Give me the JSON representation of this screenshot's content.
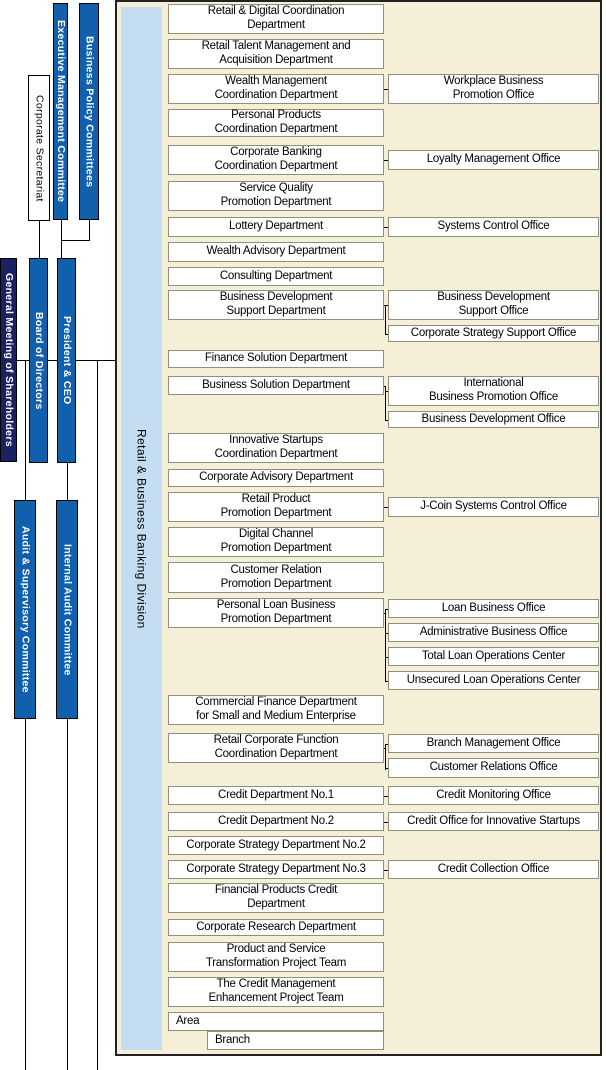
{
  "palette": {
    "committee_bar_blue": "#1160ae",
    "shareholders_bar_navy": "#1b2163",
    "division_bar_blue": "#c5ddf1",
    "division_panel_beige": "#f5efd8"
  },
  "governance": {
    "corporate_secretariat": "Corporate Secretariat",
    "executive_management_committee": "Executive Management Committee",
    "business_policy_committees": "Business Policy Committees",
    "general_meeting_of_shareholders": "General Meeting of Shareholders",
    "board_of_directors": "Board of Directors",
    "president_ceo": "President & CEO",
    "audit_supervisory_committee": "Audit & Supervisory Committee",
    "internal_audit_committee": "Internal Audit Committee"
  },
  "division": {
    "name": "Retail & Business Banking Division",
    "departments": [
      {
        "label": "Retail & Digital Coordination\nDepartment",
        "offices": []
      },
      {
        "label": "Retail Talent Management and\nAcquisition Department",
        "offices": []
      },
      {
        "label": "Wealth Management\nCoordination Department",
        "offices": [
          "Workplace Business\nPromotion Office"
        ]
      },
      {
        "label": "Personal Products\nCoordination Department",
        "offices": []
      },
      {
        "label": "Corporate Banking\nCoordination Department",
        "offices": [
          "Loyalty Management Office"
        ]
      },
      {
        "label": "Service Quality\nPromotion Department",
        "offices": []
      },
      {
        "label": "Lottery Department",
        "offices": [
          "Systems Control Office"
        ]
      },
      {
        "label": "Wealth Advisory Department",
        "offices": []
      },
      {
        "label": "Consulting Department",
        "offices": []
      },
      {
        "label": "Business Development\nSupport Department",
        "offices": [
          "Business Development\nSupport Office",
          "Corporate Strategy Support Office"
        ]
      },
      {
        "label": "Finance Solution Department",
        "offices": []
      },
      {
        "label": "Business Solution Department",
        "offices": [
          "International\nBusiness Promotion Office",
          "Business Development Office"
        ]
      },
      {
        "label": "Innovative Startups\nCoordination Department",
        "offices": []
      },
      {
        "label": "Corporate Advisory Department",
        "offices": []
      },
      {
        "label": "Retail Product\nPromotion Department",
        "offices": [
          "J-Coin Systems Control Office"
        ]
      },
      {
        "label": "Digital Channel\nPromotion Department",
        "offices": []
      },
      {
        "label": "Customer Relation\nPromotion Department",
        "offices": []
      },
      {
        "label": "Personal Loan Business\nPromotion Department",
        "offices": [
          "Loan Business Office",
          "Administrative Business Office",
          "Total Loan Operations Center",
          "Unsecured Loan Operations Center"
        ]
      },
      {
        "label": "Commercial Finance Department\nfor Small and Medium Enterprise",
        "offices": []
      },
      {
        "label": "Retail Corporate Function\nCoordination Department",
        "offices": [
          "Branch Management Office",
          "Customer Relations Office"
        ]
      },
      {
        "label": "Credit Department No.1",
        "offices": [
          "Credit Monitoring Office"
        ]
      },
      {
        "label": "Credit Department No.2",
        "offices": [
          "Credit Office for Innovative Startups"
        ]
      },
      {
        "label": "Corporate Strategy Department No.2",
        "offices": []
      },
      {
        "label": "Corporate Strategy Department No.3",
        "offices": [
          "Credit Collection Office"
        ]
      },
      {
        "label": "Financial Products Credit\nDepartment",
        "offices": []
      },
      {
        "label": "Corporate Research Department",
        "offices": []
      },
      {
        "label": "Product and Service\nTransformation Project Team",
        "offices": []
      },
      {
        "label": "The Credit Management\nEnhancement Project Team",
        "offices": []
      },
      {
        "label": "Area",
        "offices": []
      },
      {
        "label": "Branch",
        "offices": []
      }
    ]
  }
}
